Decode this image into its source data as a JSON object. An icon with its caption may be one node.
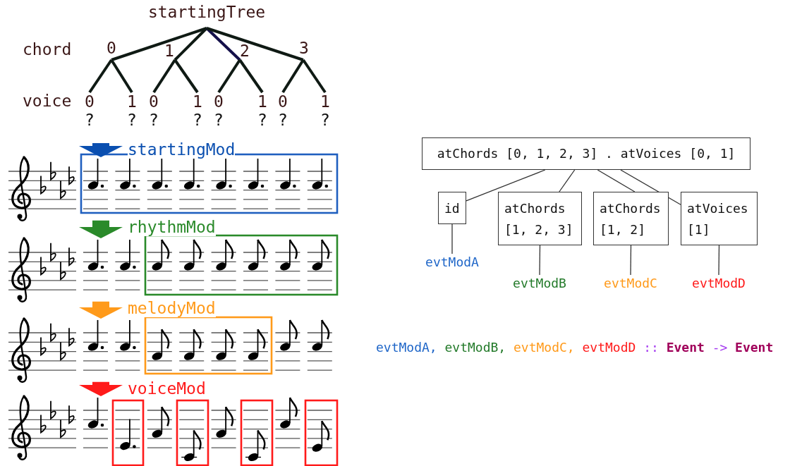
{
  "diagram": {
    "nodes": [
      {
        "text": [
          "startingTree"
        ]
      },
      {
        "text": [
          "0"
        ]
      },
      {
        "text": [
          "1"
        ]
      },
      {
        "text": [
          "2"
        ]
      },
      {
        "text": [
          "3"
        ]
      },
      {
        "text": [
          "0",
          "?"
        ]
      },
      {
        "text": [
          "1",
          "?"
        ]
      },
      {
        "text": [
          "0",
          "?"
        ]
      },
      {
        "text": [
          "1",
          "?"
        ]
      },
      {
        "text": [
          "0",
          "?"
        ]
      },
      {
        "text": [
          "1",
          "?"
        ]
      },
      {
        "text": [
          "0",
          "?"
        ]
      },
      {
        "text": [
          "1",
          "?"
        ]
      },
      {
        "text": [
          "atChords [0, 1, 2, 3] . atVoices [0, 1]"
        ]
      },
      {
        "text": [
          "id"
        ]
      },
      {
        "text": [
          "atChords [1, 2, 3]"
        ]
      },
      {
        "text": [
          "atChords [1, 2]"
        ]
      },
      {
        "text": [
          "atVoices [1]"
        ]
      },
      {
        "text": [
          "evtModA"
        ]
      },
      {
        "text": [
          "evtModB"
        ]
      },
      {
        "text": [
          "evtModC"
        ]
      },
      {
        "text": [
          "evtModD"
        ]
      },
      {
        "text": [],
        "shape": "picture"
      },
      {
        "text": [],
        "shape": "picture"
      },
      {
        "text": [],
        "shape": "picture"
      },
      {
        "text": [],
        "shape": "picture"
      }
    ],
    "edges": [
      {
        "from": 0,
        "to": 1,
        "arrow": "none"
      },
      {
        "from": 0,
        "to": 2,
        "arrow": "none"
      },
      {
        "from": 0,
        "to": 3,
        "arrow": "none",
        "color": "#14104a"
      },
      {
        "from": 0,
        "to": 4,
        "arrow": "none"
      },
      {
        "from": 1,
        "to": 5,
        "arrow": "none"
      },
      {
        "from": 1,
        "to": 6,
        "arrow": "none"
      },
      {
        "from": 2,
        "to": 7,
        "arrow": "none"
      },
      {
        "from": 2,
        "to": 8,
        "arrow": "none"
      },
      {
        "from": 3,
        "to": 9,
        "arrow": "none"
      },
      {
        "from": 3,
        "to": 10,
        "arrow": "none"
      },
      {
        "from": 4,
        "to": 11,
        "arrow": "none"
      },
      {
        "from": 4,
        "to": 12,
        "arrow": "none"
      },
      {
        "from": 13,
        "to": 14,
        "arrow": "none"
      },
      {
        "from": 13,
        "to": 15,
        "arrow": "none"
      },
      {
        "from": 13,
        "to": 16,
        "arrow": "none"
      },
      {
        "from": 13,
        "to": 17,
        "arrow": "none"
      },
      {
        "from": 14,
        "to": 18,
        "arrow": "none"
      },
      {
        "from": 15,
        "to": 19,
        "arrow": "none"
      },
      {
        "from": 16,
        "to": 20,
        "arrow": "none"
      },
      {
        "from": 17,
        "to": 21,
        "arrow": "none"
      },
      {
        "from": null,
        "to": 22,
        "arrow": "to",
        "label": "startingMod",
        "style": "thick",
        "color": "#0a4fb0"
      },
      {
        "from": 22,
        "to": 23,
        "arrow": "to",
        "label": "rhythmMod",
        "style": "thick",
        "color": "#2a8a2a"
      },
      {
        "from": 23,
        "to": 24,
        "arrow": "to",
        "label": "melodyMod",
        "style": "thick",
        "color": "#ff9a1a"
      },
      {
        "from": 24,
        "to": 25,
        "arrow": "to",
        "label": "voiceMod",
        "style": "thick",
        "color": "#ff1a1a"
      }
    ],
    "labels": [
      "chord",
      "voice",
      "evtModA,",
      "evtModB,",
      "evtModC,",
      "evtModD",
      "::",
      "Event",
      "->",
      "Event"
    ]
  }
}
